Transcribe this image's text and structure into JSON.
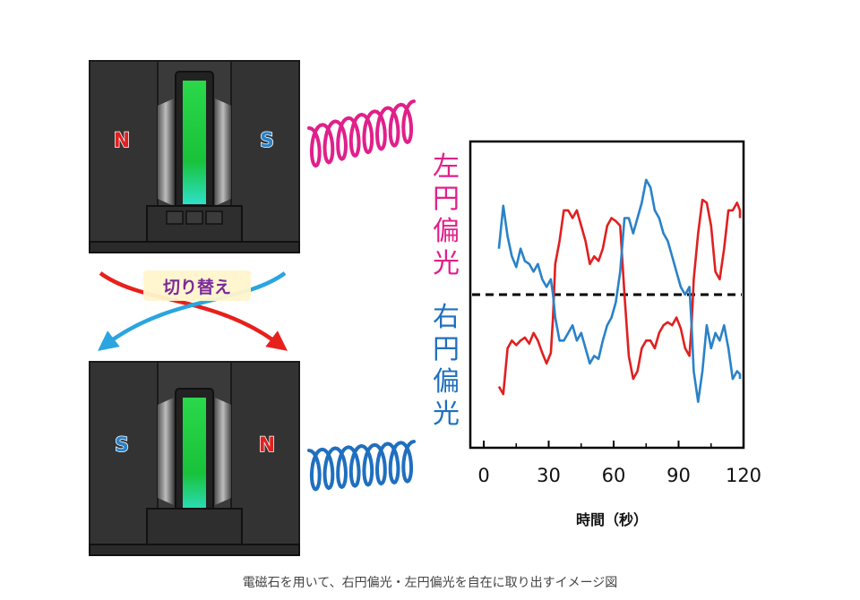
{
  "diagram": {
    "top_magnet": {
      "left_pole": "N",
      "right_pole": "S"
    },
    "bottom_magnet": {
      "left_pole": "S",
      "right_pole": "N"
    },
    "switch_label": "切り替え",
    "colors": {
      "left_circular": "#e0208a",
      "right_circular": "#1f6fbf",
      "red_curve": "#e02020",
      "blue_curve": "#2a82c8",
      "arrow_red": "#e8201c",
      "arrow_blue": "#2aa5e0",
      "switch_label_color": "#7a2a9a",
      "pole_n": "#e02020",
      "pole_s": "#2a82c8"
    }
  },
  "chart_data": {
    "type": "line",
    "xlabel": "時間（秒）",
    "x_ticks": [
      "0",
      "30",
      "60",
      "90",
      "120"
    ],
    "xlim": [
      0,
      120
    ],
    "ylim": [
      -1,
      1
    ],
    "ylabel_top": "左円偏光",
    "ylabel_bottom": "右円偏光",
    "series": [
      {
        "color": "#e02020",
        "x": [
          7,
          9,
          11,
          13,
          15,
          17,
          19,
          21,
          23,
          25,
          27,
          29,
          31,
          32,
          33,
          35,
          37,
          39,
          41,
          43,
          45,
          47,
          49,
          51,
          53,
          55,
          57,
          59,
          61,
          63,
          65,
          67,
          69,
          71,
          73,
          75,
          77,
          79,
          81,
          83,
          85,
          87,
          89,
          91,
          93,
          95,
          96,
          97,
          99,
          101,
          103,
          105,
          107,
          109,
          111,
          113,
          115,
          117,
          119,
          121
        ],
        "y": [
          -0.6,
          -0.65,
          -0.35,
          -0.3,
          -0.33,
          -0.3,
          -0.28,
          -0.32,
          -0.25,
          -0.3,
          -0.38,
          -0.45,
          -0.38,
          -0.15,
          0.2,
          0.35,
          0.55,
          0.55,
          0.5,
          0.55,
          0.45,
          0.35,
          0.2,
          0.25,
          0.22,
          0.3,
          0.45,
          0.5,
          0.48,
          0.45,
          0.0,
          -0.4,
          -0.55,
          -0.5,
          -0.35,
          -0.3,
          -0.3,
          -0.35,
          -0.25,
          -0.2,
          -0.18,
          -0.2,
          -0.15,
          -0.22,
          -0.35,
          -0.4,
          -0.2,
          0.1,
          0.4,
          0.62,
          0.6,
          0.45,
          0.15,
          0.1,
          0.3,
          0.55,
          0.55,
          0.6,
          0.55,
          0.5
        ]
      },
      {
        "color": "#2a82c8",
        "x": [
          7,
          9,
          11,
          13,
          15,
          17,
          19,
          21,
          23,
          25,
          27,
          29,
          31,
          32,
          33,
          35,
          37,
          39,
          41,
          43,
          45,
          47,
          49,
          51,
          53,
          55,
          57,
          59,
          61,
          63,
          65,
          67,
          69,
          71,
          73,
          75,
          77,
          79,
          81,
          83,
          85,
          87,
          89,
          91,
          93,
          95,
          96,
          97,
          99,
          101,
          103,
          105,
          107,
          109,
          111,
          113,
          115,
          117,
          119,
          121
        ],
        "y": [
          0.3,
          0.58,
          0.38,
          0.25,
          0.18,
          0.3,
          0.22,
          0.2,
          0.15,
          0.2,
          0.1,
          0.05,
          0.1,
          0.0,
          -0.15,
          -0.3,
          -0.3,
          -0.25,
          -0.2,
          -0.3,
          -0.25,
          -0.35,
          -0.45,
          -0.4,
          -0.42,
          -0.3,
          -0.2,
          -0.15,
          -0.05,
          0.15,
          0.5,
          0.5,
          0.4,
          0.5,
          0.6,
          0.75,
          0.7,
          0.55,
          0.5,
          0.4,
          0.35,
          0.25,
          0.15,
          0.05,
          0.0,
          0.05,
          -0.2,
          -0.5,
          -0.7,
          -0.5,
          -0.2,
          -0.35,
          -0.25,
          -0.3,
          -0.2,
          -0.35,
          -0.55,
          -0.5,
          -0.52,
          -0.55
        ]
      }
    ],
    "reference_line": {
      "y": 0,
      "style": "dashed"
    }
  },
  "caption": "電磁石を用いて、右円偏光・左円偏光を自在に取り出すイメージ図"
}
